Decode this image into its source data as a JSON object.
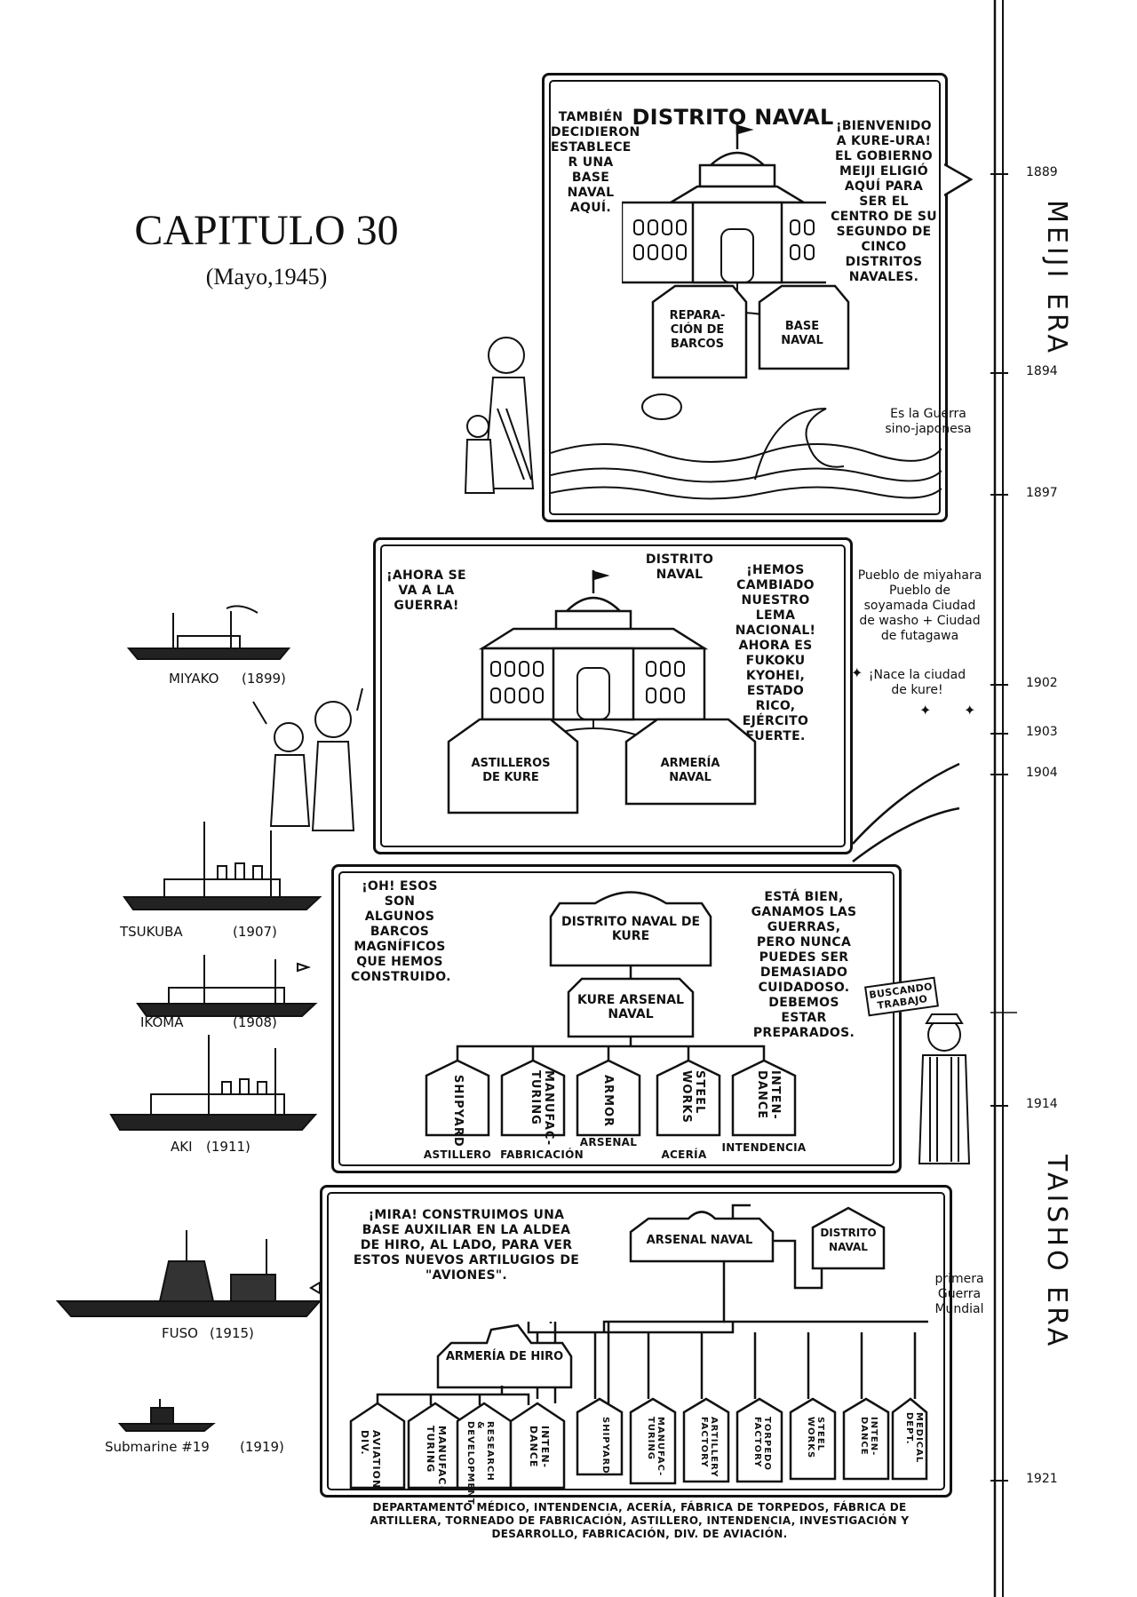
{
  "chapter": {
    "title": "CAPITULO 30",
    "date": "(Mayo,1945)"
  },
  "timeline": {
    "years": [
      "1889",
      "1894",
      "1897",
      "1902",
      "1903",
      "1904",
      "1914",
      "1921"
    ],
    "eras": [
      "MEIJI ERA",
      "TAISHO ERA"
    ]
  },
  "side_notes": {
    "war1": "Es la Guerra sino-japonesa",
    "towns": "Pueblo de miyahara Pueblo de soyamada Ciudad de washo + Ciudad de futagawa",
    "kure_born": "¡Nace la ciudad de kure!",
    "ww1": "primera Guerra Mundial"
  },
  "ships": [
    {
      "name": "MIYAKO",
      "year": "(1899)"
    },
    {
      "name": "TSUKUBA",
      "year": "(1907)"
    },
    {
      "name": "IKOMA",
      "year": "(1908)"
    },
    {
      "name": "AKI",
      "year": "(1911)"
    },
    {
      "name": "FUSO",
      "year": "(1915)"
    },
    {
      "name": "Submarine #19",
      "year": "(1919)"
    }
  ],
  "panel1": {
    "title": "DISTRITO NAVAL",
    "left_text": "TAMBIÉN DECIDIERON ESTABLECE R UNA BASE NAVAL AQUÍ.",
    "right_text": "¡BIENVENIDO A KURE-URA! EL GOBIERNO MEIJI ELIGIÓ AQUÍ PARA SER EL CENTRO DE SU SEGUNDO DE CINCO DISTRITOS NAVALES.",
    "house1": "REPARA- CIÓN DE BARCOS",
    "house2": "BASE NAVAL"
  },
  "panel2": {
    "title": "DISTRITO NAVAL",
    "left_text": "¡AHORA SE VA A LA GUERRA!",
    "right_text": "¡HEMOS CAMBIADO NUESTRO LEMA NACIONAL! AHORA ES FUKOKU KYOHEI, ESTADO RICO, EJÉRCITO FUERTE.",
    "house1": "ASTILLEROS DE KURE",
    "house2": "ARMERÍA NAVAL"
  },
  "panel3": {
    "top": "DISTRITO NAVAL DE KURE",
    "mid": "KURE ARSENAL NAVAL",
    "left_text": "¡OH! ESOS SON ALGUNOS BARCOS MAGNÍFICOS QUE HEMOS CONSTRUIDO.",
    "right_text": "ESTÁ BIEN, GANAMOS LAS GUERRAS, PERO NUNCA PUEDES SER DEMASIADO CUIDADOSO. DEBEMOS ESTAR PREPARADOS.",
    "sign": "BUSCANDO TRABAJO",
    "depts": [
      "SHIPYARD",
      "MANUFAC- TURING",
      "ARMOR",
      "STEEL WORKS",
      "INTEN- DANCE"
    ],
    "labels": [
      "ASTILLERO",
      "FABRICACIÓN",
      "ARSENAL",
      "ACERÍA",
      "INTENDENCIA"
    ]
  },
  "panel4": {
    "left_text": "¡MIRA! CONSTRUIMOS UNA BASE AUXILIAR EN LA ALDEA DE HIRO, AL LADO, PARA VER ESTOS NUEVOS ARTILUGIOS DE \"AVIONES\".",
    "arsenal": "ARSENAL NAVAL",
    "district": "DISTRITO NAVAL",
    "hiro": "ARMERÍA DE HIRO",
    "hiro_depts": [
      "AVIATION DIV.",
      "MANUFAC- TURING",
      "RESEARCH & DEVELOPMENT",
      "INTEN- DANCE"
    ],
    "kure_depts": [
      "SHIPYARD",
      "MANUFAC- TURING",
      "ARTILLERY FACTORY",
      "TORPEDO FACTORY",
      "STEEL WORKS",
      "INTEN- DANCE",
      "MEDICAL DEPT."
    ]
  },
  "footer": "DEPARTAMENTO MÉDICO, INTENDENCIA, ACERÍA, FÁBRICA DE TORPEDOS, FÁBRICA DE ARTILLERA, TORNEADO DE FABRICACIÓN, ASTILLERO, INTENDENCIA, INVESTIGACIÓN Y DESARROLLO, FABRICACIÓN, DIV. DE AVIACIÓN."
}
